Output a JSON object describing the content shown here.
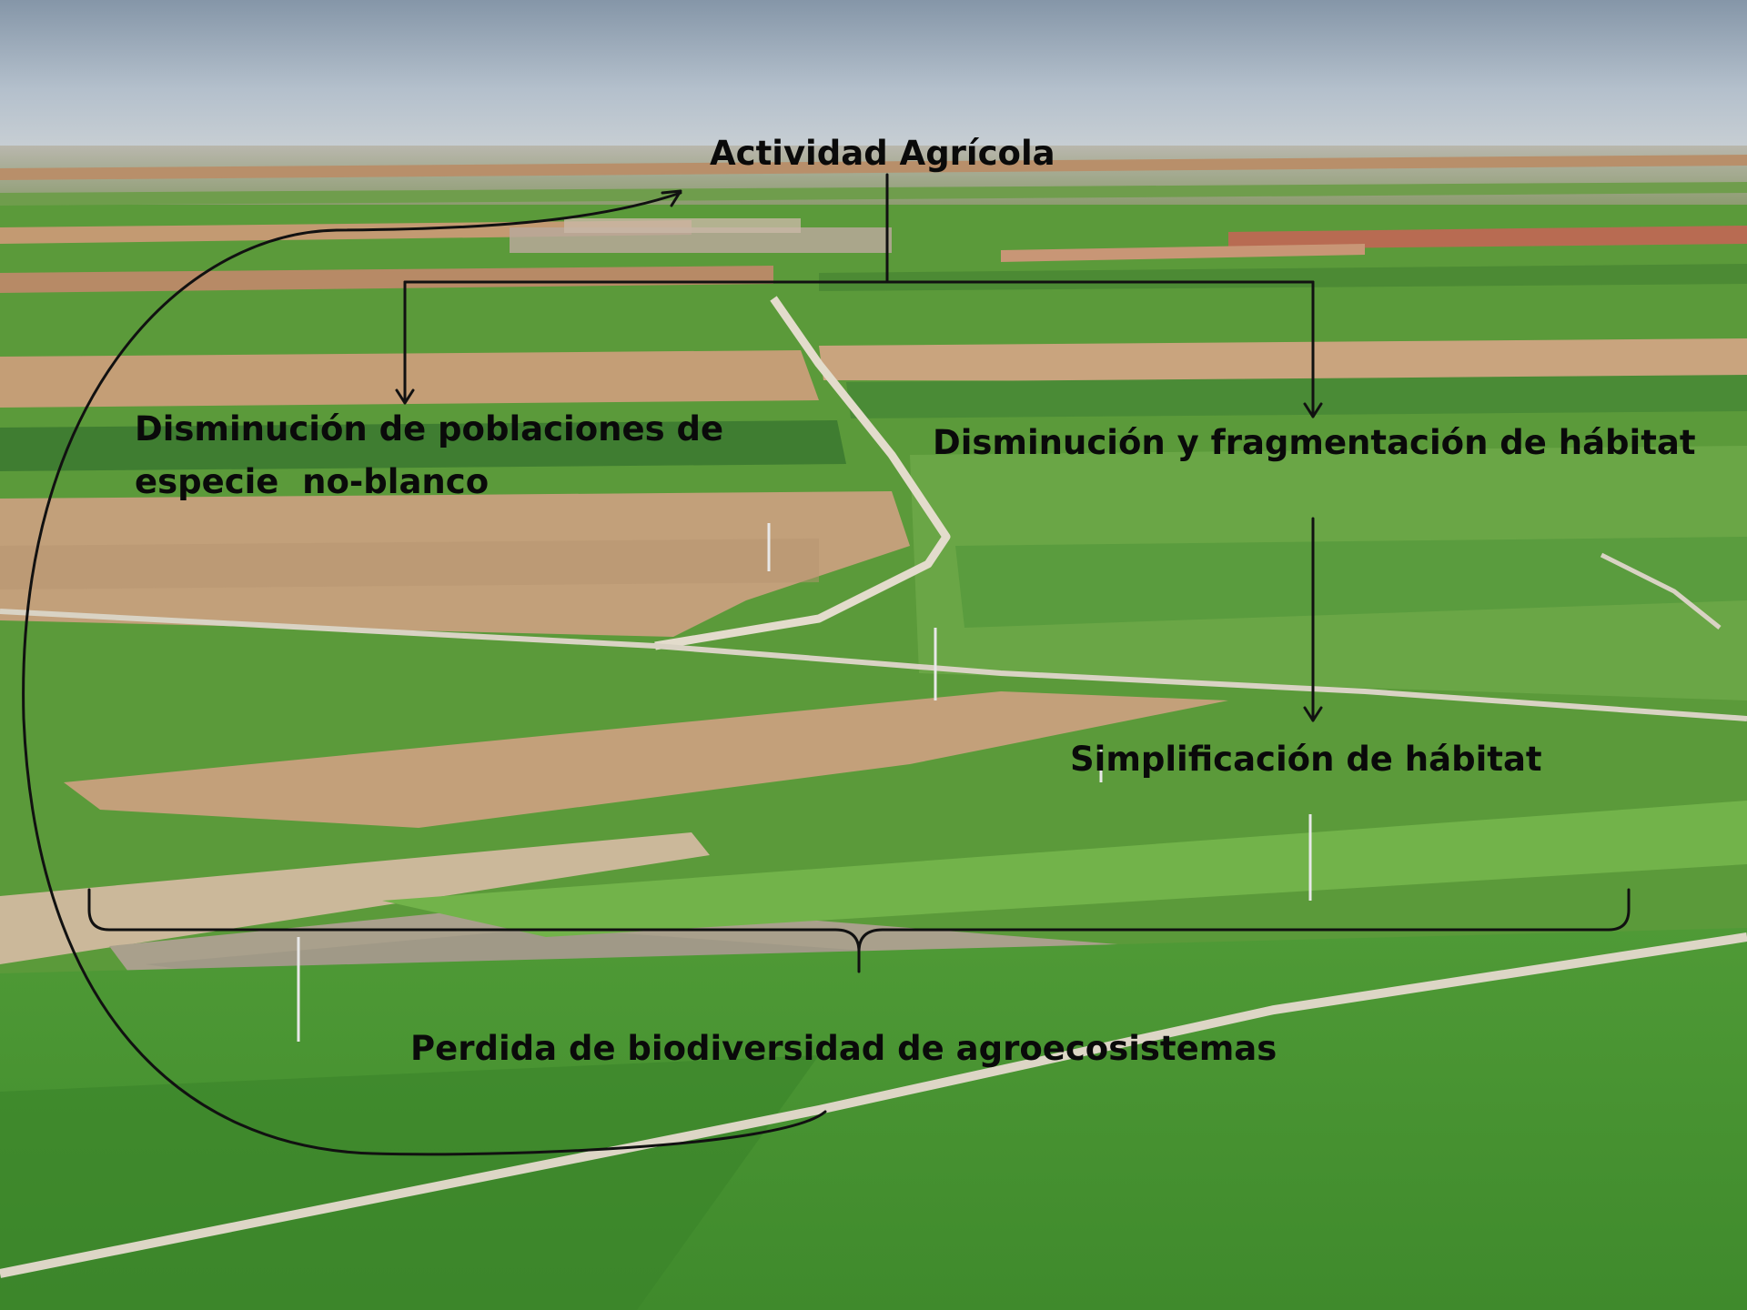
{
  "nodes": {
    "agricultural_activity": "Actividad Agrícola",
    "population_decline_line1": "Disminución de poblaciones de",
    "population_decline_line2": "especie  no-blanco",
    "habitat_fragmentation": "Disminución y fragmentación de hábitat",
    "habitat_simplification": "Simplificación de hábitat",
    "biodiversity_loss": "Perdida de biodiversidad de agroecosistemas"
  },
  "colors": {
    "connector": "#111111",
    "text": "#0a0a0a"
  }
}
